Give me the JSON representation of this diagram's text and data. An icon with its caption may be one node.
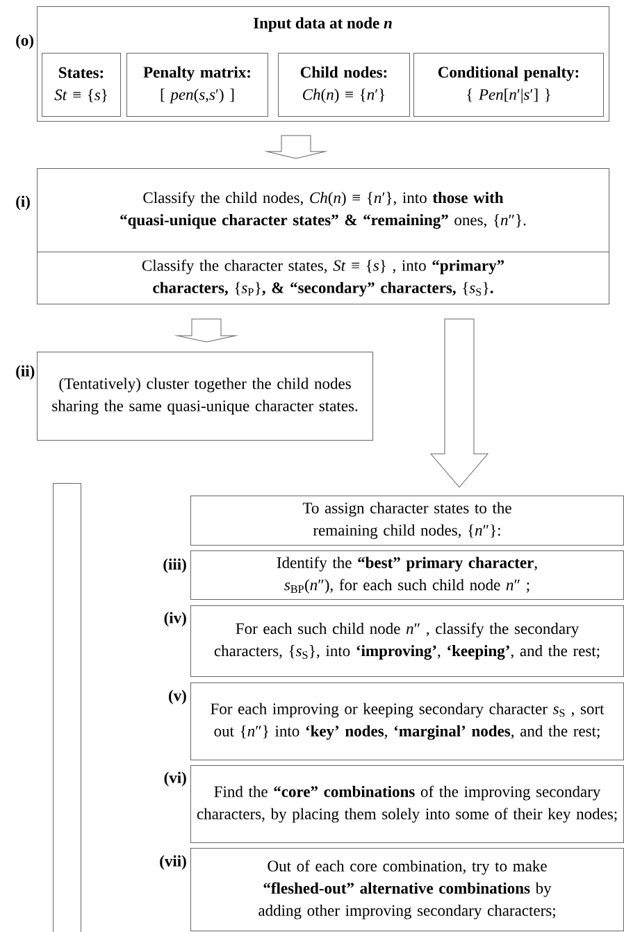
{
  "diagram": {
    "nodes": [
      {
        "text": [
          "Input data at node *n*"
        ],
        "beside": [
          "(o)"
        ]
      },
      {
        "text": [
          "States:",
          "*St* ≡ {*s*}"
        ],
        "in": 0
      },
      {
        "text": [
          "Penalty matrix:",
          "[ *pen*(*s*,*s*′) ]"
        ],
        "in": 0
      },
      {
        "text": [
          "Child nodes:",
          "*Ch*(*n*) ≡ {*n*′}"
        ],
        "in": 0
      },
      {
        "text": [
          "Conditional penalty:",
          "{ *Pen*[*n*′|*s*′] }"
        ],
        "in": 0
      },
      {
        "text": [
          "Classify the child nodes, *Ch*(*n*) ≡ {*n*′}, into **those with “quasi-unique character states” & “remaining”** ones, {*n*″}."
        ],
        "beside": [
          "(i)"
        ]
      },
      {
        "text": [
          "Classify the character states, *St* ≡ {*s*} , into **“primary” characters,** {*s*$_{P}$}**, & “secondary” characters,** {*s*$_{S}$}**.**"
        ]
      },
      {
        "text": [
          "(Tentatively) cluster together the child nodes sharing the same quasi-unique character states."
        ],
        "beside": [
          "(ii)"
        ]
      },
      {
        "text": [],
        "shape": "bar"
      },
      {
        "text": [
          "To assign character states to the remaining child nodes, {*n*″}:"
        ]
      },
      {
        "text": [
          "Identify the **“best” primary character**, *s*$_{BP}$(*n*″), for each such child node *n*″ ;"
        ],
        "beside": [
          "(iii)"
        ]
      },
      {
        "text": [
          "For each such child node *n*″ , classify the secondary characters, {*s*$_{S}$}, into **‘improving’**, **‘keeping’**, and the rest;"
        ],
        "beside": [
          "(iv)"
        ]
      },
      {
        "text": [
          "For each improving or keeping secondary character *s*$_{S}$ , sort out {*n*″} into **‘key’ nodes**, **‘marginal’ nodes**, and the rest;"
        ],
        "beside": [
          "(v)"
        ]
      },
      {
        "text": [
          "Find the **“core” combinations** of the improving secondary characters, by placing them solely into some of their key nodes;"
        ],
        "beside": [
          "(vi)"
        ]
      },
      {
        "text": [
          "Out of each core combination, try to make **“fleshed-out” alternative combinations** by adding other improving secondary characters;"
        ],
        "beside": [
          "(vii)"
        ]
      }
    ],
    "edges": [
      {
        "from": 0,
        "to": 5,
        "arrow": "to"
      },
      {
        "from": 6,
        "to": 7,
        "arrow": "to"
      },
      {
        "from": 6,
        "to": 9,
        "arrow": "to"
      }
    ]
  }
}
